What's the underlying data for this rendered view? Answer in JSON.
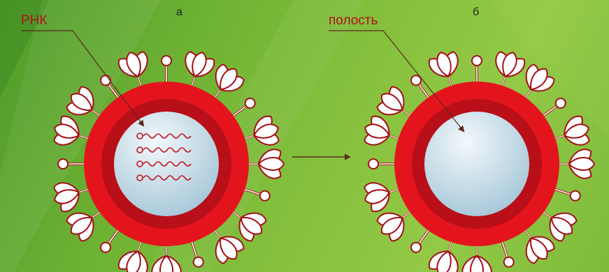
{
  "panels": [
    {
      "letter": "а",
      "pointer_label": "РНК",
      "contains_rna": true
    },
    {
      "letter": "б",
      "pointer_label": "полость",
      "contains_rna": false
    }
  ],
  "colors": {
    "outer_shell": "#e4141d",
    "inner_ring": "#b80f19",
    "core_light": "#f3f8fb",
    "core_dark": "#9fc3d6",
    "spike": "#ffffff",
    "spike_outline": "#a50f17",
    "rna_strand": "#c0121c",
    "pointer_line": "#5a2a1a"
  }
}
